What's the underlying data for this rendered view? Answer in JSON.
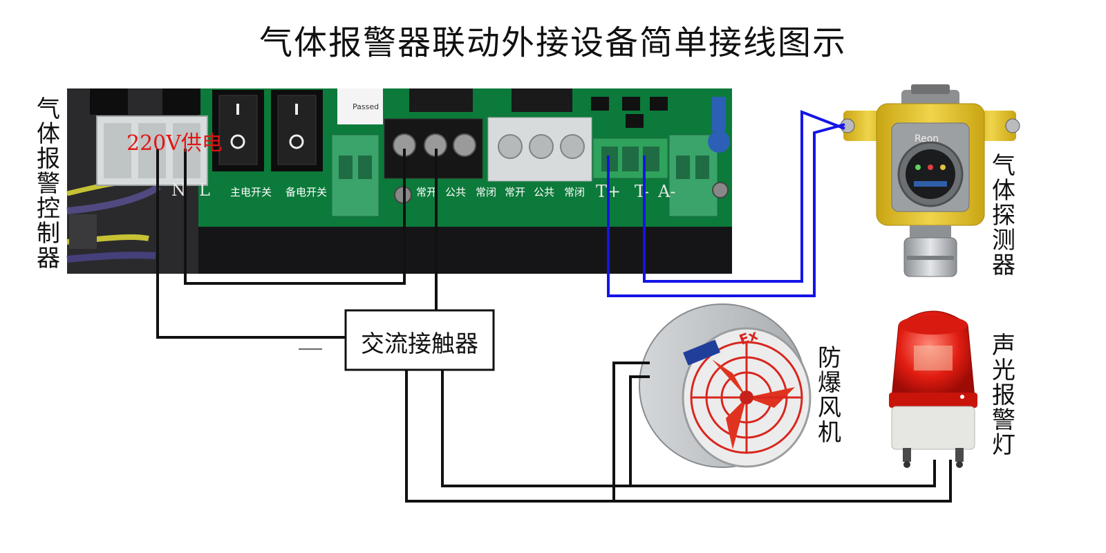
{
  "title": "气体报警器联动外接设备简单接线图示",
  "labels": {
    "controller": "气体报警控制器",
    "detector": "气体探测器",
    "fan": "防爆风机",
    "alarm_light": "声光报警灯",
    "contactor": "交流接触器",
    "power": "220V供电"
  },
  "pcb": {
    "terminal_letters": [
      "N",
      "L"
    ],
    "switch_labels": [
      "主电开关",
      "备电开关"
    ],
    "relay_labels": [
      "常开",
      "公共",
      "常闭",
      "常开",
      "公共",
      "常闭"
    ],
    "signal_letters": [
      "T+",
      "T-",
      "A-"
    ],
    "sticker": "Passed"
  },
  "devices": {
    "detector_brand": "Reon",
    "fan_marking": "Ex"
  },
  "colors": {
    "wire_black": "#111111",
    "wire_blue": "#1414e6",
    "pcb_green": "#0c7a3a",
    "label_red": "#e01515",
    "detector_yellow": "#e8c21e"
  }
}
